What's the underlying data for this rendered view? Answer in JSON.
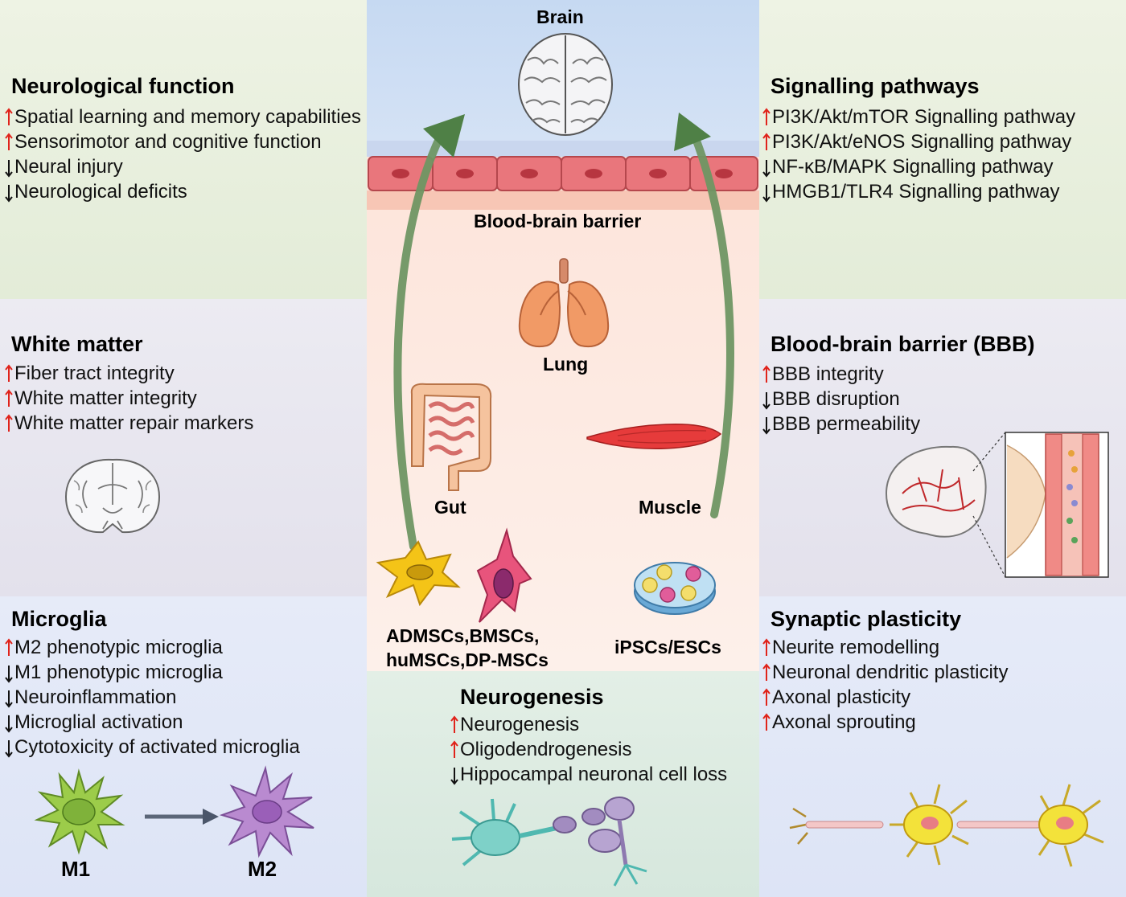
{
  "colors": {
    "increase_arrow": "#e0231b",
    "decrease_arrow": "#111111",
    "curve_arrow": "#5a8a54"
  },
  "center": {
    "brain_label": "Brain",
    "bbb_label": "Blood-brain barrier",
    "lung_label": "Lung",
    "gut_label": "Gut",
    "muscle_label": "Muscle",
    "msc_label_line1": "ADMSCs,BMSCs,",
    "msc_label_line2": "huMSCs,DP-MSCs",
    "ipsc_label": "iPSCs/ESCs"
  },
  "neurological_function": {
    "title": "Neurological function",
    "items": [
      {
        "text": "Spatial learning and memory capabilities",
        "dir": "up"
      },
      {
        "text": "Sensorimotor and cognitive function",
        "dir": "up"
      },
      {
        "text": "Neural injury",
        "dir": "down"
      },
      {
        "text": "Neurological deficits",
        "dir": "down"
      }
    ]
  },
  "white_matter": {
    "title": "White matter",
    "items": [
      {
        "text": "Fiber tract integrity",
        "dir": "up"
      },
      {
        "text": "White matter integrity",
        "dir": "up"
      },
      {
        "text": "White matter repair markers",
        "dir": "up"
      }
    ]
  },
  "microglia": {
    "title": "Microglia",
    "items": [
      {
        "text": "M2 phenotypic microglia",
        "dir": "up"
      },
      {
        "text": "M1 phenotypic microglia",
        "dir": "down"
      },
      {
        "text": "Neuroinflammation",
        "dir": "down"
      },
      {
        "text": "Microglial activation",
        "dir": "down"
      },
      {
        "text": "Cytotoxicity of activated microglia",
        "dir": "down"
      }
    ],
    "m1_label": "M1",
    "m2_label": "M2"
  },
  "neurogenesis": {
    "title": "Neurogenesis",
    "items": [
      {
        "text": "Neurogenesis",
        "dir": "up"
      },
      {
        "text": "Oligodendrogenesis",
        "dir": "up"
      },
      {
        "text": "Hippocampal neuronal cell loss",
        "dir": "down"
      }
    ]
  },
  "signalling_pathways": {
    "title": "Signalling pathways",
    "items": [
      {
        "text": "PI3K/Akt/mTOR Signalling pathway",
        "dir": "up"
      },
      {
        "text": "PI3K/Akt/eNOS Signalling pathway",
        "dir": "up"
      },
      {
        "text": "NF-κB/MAPK Signalling pathway",
        "dir": "down"
      },
      {
        "text": "HMGB1/TLR4 Signalling pathway",
        "dir": "down"
      }
    ]
  },
  "bbb": {
    "title": "Blood-brain barrier (BBB)",
    "items": [
      {
        "text": "BBB integrity",
        "dir": "up"
      },
      {
        "text": "BBB disruption",
        "dir": "down"
      },
      {
        "text": "BBB permeability",
        "dir": "down"
      }
    ]
  },
  "synaptic_plasticity": {
    "title": "Synaptic plasticity",
    "items": [
      {
        "text": "Neurite remodelling",
        "dir": "up"
      },
      {
        "text": "Neuronal dendritic plasticity",
        "dir": "up"
      },
      {
        "text": "Axonal plasticity",
        "dir": "up"
      },
      {
        "text": "Axonal sprouting",
        "dir": "up"
      }
    ]
  }
}
